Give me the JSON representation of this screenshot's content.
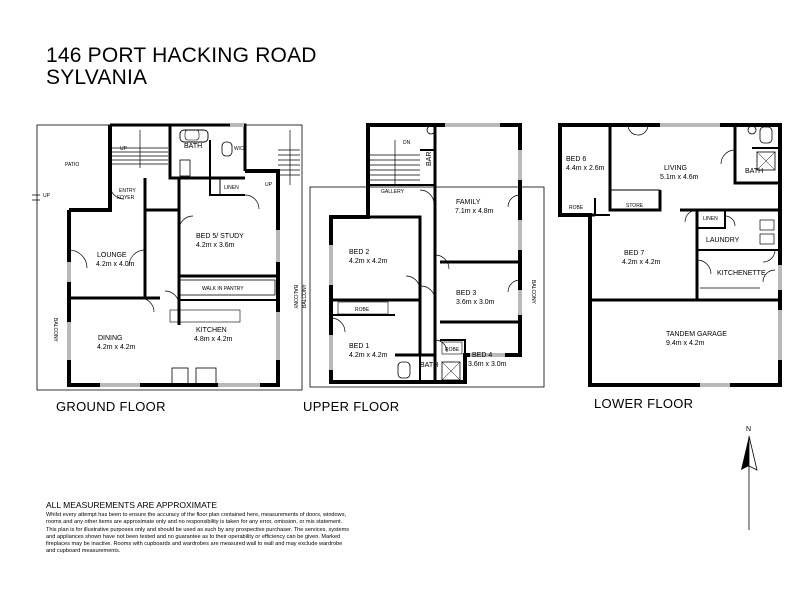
{
  "address": {
    "line1": "146 PORT HACKING ROAD",
    "line2": "SYLVANIA"
  },
  "floors": {
    "ground": {
      "label": "GROUND  FLOOR",
      "rooms": {
        "patio": "PATIO",
        "up_left": "UP",
        "up_stair": "UP",
        "up_right": "UP",
        "entry": "ENTRY",
        "foyer": "FOYER",
        "bath": "BATH",
        "wc": "W/C",
        "linen": "LINEN",
        "lounge": "LOUNGE",
        "lounge_size": "4.2m x 4.0m",
        "bed5": "BED 5/ STUDY",
        "bed5_size": "4.2m x 3.6m",
        "walkin_pantry": "WALK IN PANTRY",
        "balcony_left": "BALCONY",
        "balcony_right": "BALCONY",
        "dining": "DINING",
        "dining_size": "4.2m x 4.2m",
        "kitchen": "KITCHEN",
        "kitchen_size": "4.8m x 4.2m"
      }
    },
    "upper": {
      "label": "UPPER  FLOOR",
      "rooms": {
        "dn": "DN",
        "bar": "BAR",
        "gallery": "GALLERY",
        "family": "FAMILY",
        "family_size": "7.1m x 4.8m",
        "bed2": "BED 2",
        "bed2_size": "4.2m x 4.2m",
        "bed3": "BED 3",
        "bed3_size": "3.6m x 3.0m",
        "robe": "ROBE",
        "robe2": "ROBE",
        "balcony_left": "BALCONY",
        "balcony_right": "BALCONY",
        "bed1": "BED 1",
        "bed1_size": "4.2m x 4.2m",
        "bed4": "BED 4",
        "bed4_size": "3.6m x 3.0m",
        "bath": "BATH"
      }
    },
    "lower": {
      "label": "LOWER  FLOOR",
      "rooms": {
        "bed6": "BED 6",
        "bed6_size": "4.4m x 2.6m",
        "living": "LIVING",
        "living_size": "5.1m x 4.6m",
        "bath": "BATH",
        "robe": "ROBE",
        "store": "STORE",
        "linen": "LINEN",
        "laundry": "LAUNDRY",
        "bed7": "BED 7",
        "bed7_size": "4.2m x 4.2m",
        "kitchenette": "KITCHENETTE",
        "garage": "TANDEM GARAGE",
        "garage_size": "9.4m x 4.2m"
      }
    }
  },
  "compass": {
    "label": "N"
  },
  "disclaimer": {
    "title": "ALL MEASUREMENTS ARE APPROXIMATE",
    "body": "Whilst every attempt has been to ensure the accuracy of the floor plan contained here, measurements of doors, windows, rooms and any other items are approximate only and no responsibility is taken for any error, omission, or mis statement. This plan is for illustrative purposes only and should be used as such by any prospective purchaser. The services, systems and appliances shown have not been tested and no guarantee as to their operability or efficiency can be given. Marked fireplaces may be inactive. Rooms with cupboards and wardrobes are measured wall to wall and may exclude wardrobe and cupboard measurements."
  },
  "colors": {
    "wall": "#000000",
    "window": "#b9b9b9",
    "stroke_light": "#666666"
  }
}
